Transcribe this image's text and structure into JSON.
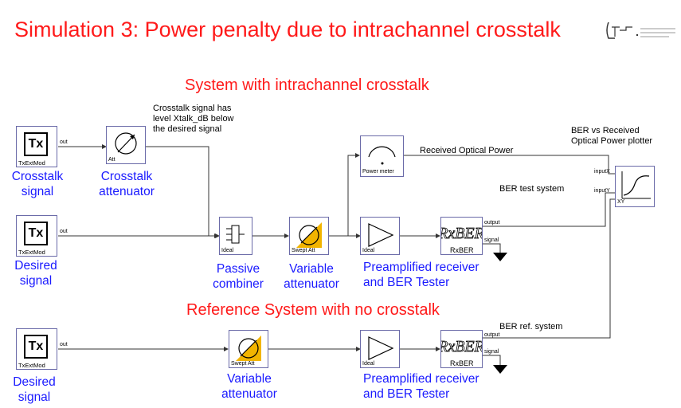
{
  "title": "Simulation 3: Power penalty due to intrachannel crosstalk",
  "section_top": "System with intrachannel crosstalk",
  "section_ref": "Reference System with no crosstalk",
  "notes": {
    "crosstalk_l1": "Crosstalk signal has",
    "crosstalk_l2": "level Xtalk_dB below",
    "crosstalk_l3": "the desired signal",
    "plotter_l1": "BER vs Received",
    "plotter_l2": "Optical Power plotter",
    "received_power": "Received Optical Power",
    "ber_test": "BER test system",
    "ber_ref": "BER ref. system"
  },
  "blocks": {
    "tx_symbol": "Tx",
    "tx_label": "TxExtMod",
    "port_out": "out",
    "att_label": "Att",
    "ideal_label": "Ideal",
    "swept_att_label": "Swept Att",
    "power_meter_label": "Power meter",
    "rxber_label": "RxBER",
    "rxber_symbol": "RxBER",
    "port_output": "output",
    "port_signal": "signal",
    "xy_label": "XY",
    "port_inputx": "inputX",
    "port_inputy": "inputY"
  },
  "labels": {
    "crosstalk_signal_l1": "Crosstalk",
    "crosstalk_signal_l2": "signal",
    "crosstalk_att_l1": "Crosstalk",
    "crosstalk_att_l2": "attenuator",
    "desired_signal_l1": "Desired",
    "desired_signal_l2": "signal",
    "passive_combiner_l1": "Passive",
    "passive_combiner_l2": "combiner",
    "variable_att_l1": "Variable",
    "variable_att_l2": "attenuator",
    "preamp_l1": "Preamplified receiver",
    "preamp_l2": "and BER Tester",
    "desired_signal2_l1": "Desired",
    "desired_signal2_l2": "signal",
    "variable_att2_l1": "Variable",
    "variable_att2_l2": "attenuator",
    "preamp2_l1": "Preamplified receiver",
    "preamp2_l2": "and BER Tester"
  },
  "colors": {
    "title": "#ff1a1a",
    "label": "#1a1aff",
    "block_border": "#6a6aa8",
    "swept_fill": "#f2b400"
  }
}
